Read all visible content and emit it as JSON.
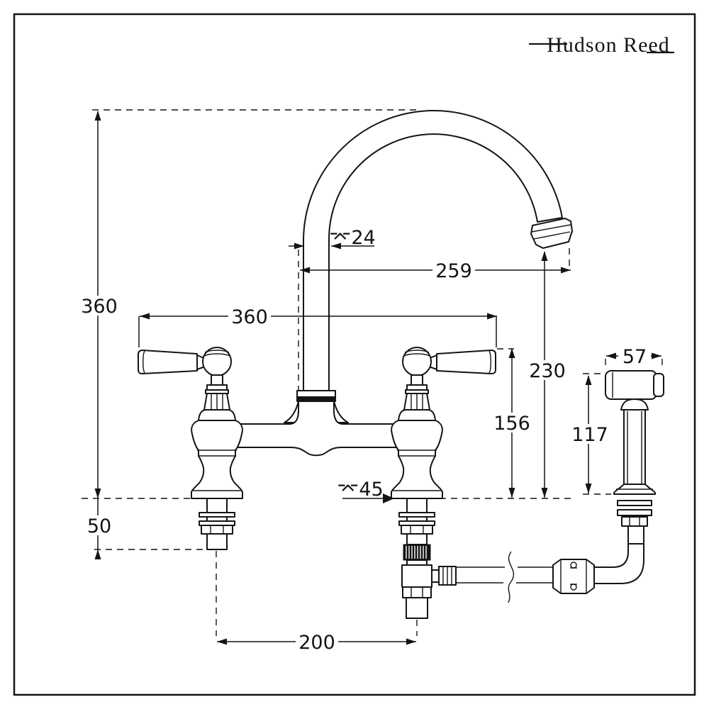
{
  "brand": {
    "name": "Hudson Reed"
  },
  "drawing": {
    "type": "kitchen-bridge-mixer-with-rinser-dimension-drawing",
    "units_implied": "mm"
  },
  "dimensions": {
    "height_overall": "360",
    "handle_span": "360",
    "spout_reach": "259",
    "outlet_height": "230",
    "handle_height": "156",
    "rinser_height": "117",
    "rinser_head_width": "57",
    "below_deck_depth": "50",
    "inlet_centres": "200",
    "spout_diameter": "⌤24",
    "base_diameter": "⌤45"
  }
}
